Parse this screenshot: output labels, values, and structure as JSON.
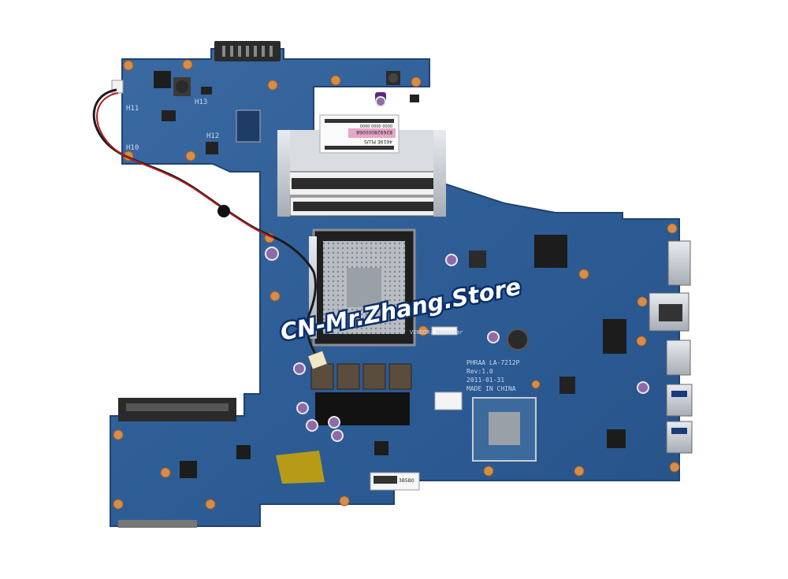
{
  "photo": {
    "subject": "laptop motherboard product photo",
    "background_color": "#ffffff",
    "board_color": "#2f5f97",
    "watermark": "CN-Mr.Zhang.Store"
  },
  "silkscreen": {
    "board_name": "PHRAA LA-7212P",
    "revision": "Rev:1.0",
    "date": "2011-01-31",
    "origin": "MADE IN CHINA",
    "vendor": "VENDOR: Hannstar",
    "hole_labels": [
      "H11",
      "H13",
      "H12",
      "H10"
    ]
  },
  "stickers": {
    "top_label_lines": [
      "4619E PLUS",
      "826928000068",
      "0000 0000 0000"
    ],
    "bottom_label": "3B5B0"
  }
}
